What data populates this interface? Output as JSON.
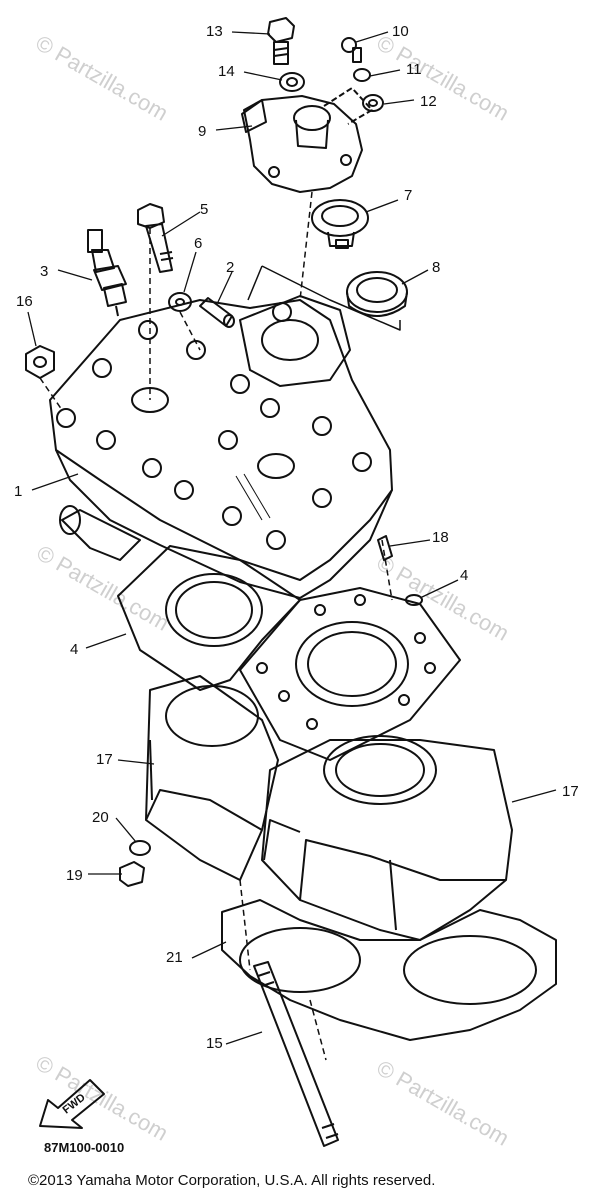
{
  "watermark": "© Partzilla.com",
  "diagram_code": "87M100-0010",
  "fwd_label": "FWD",
  "copyright": "©2013 Yamaha Motor Corporation, U.S.A. All rights reserved.",
  "callouts": [
    "1",
    "2",
    "3",
    "4",
    "4",
    "5",
    "6",
    "7",
    "8",
    "9",
    "10",
    "11",
    "12",
    "13",
    "14",
    "15",
    "16",
    "17",
    "17",
    "18",
    "19",
    "20",
    "21"
  ]
}
